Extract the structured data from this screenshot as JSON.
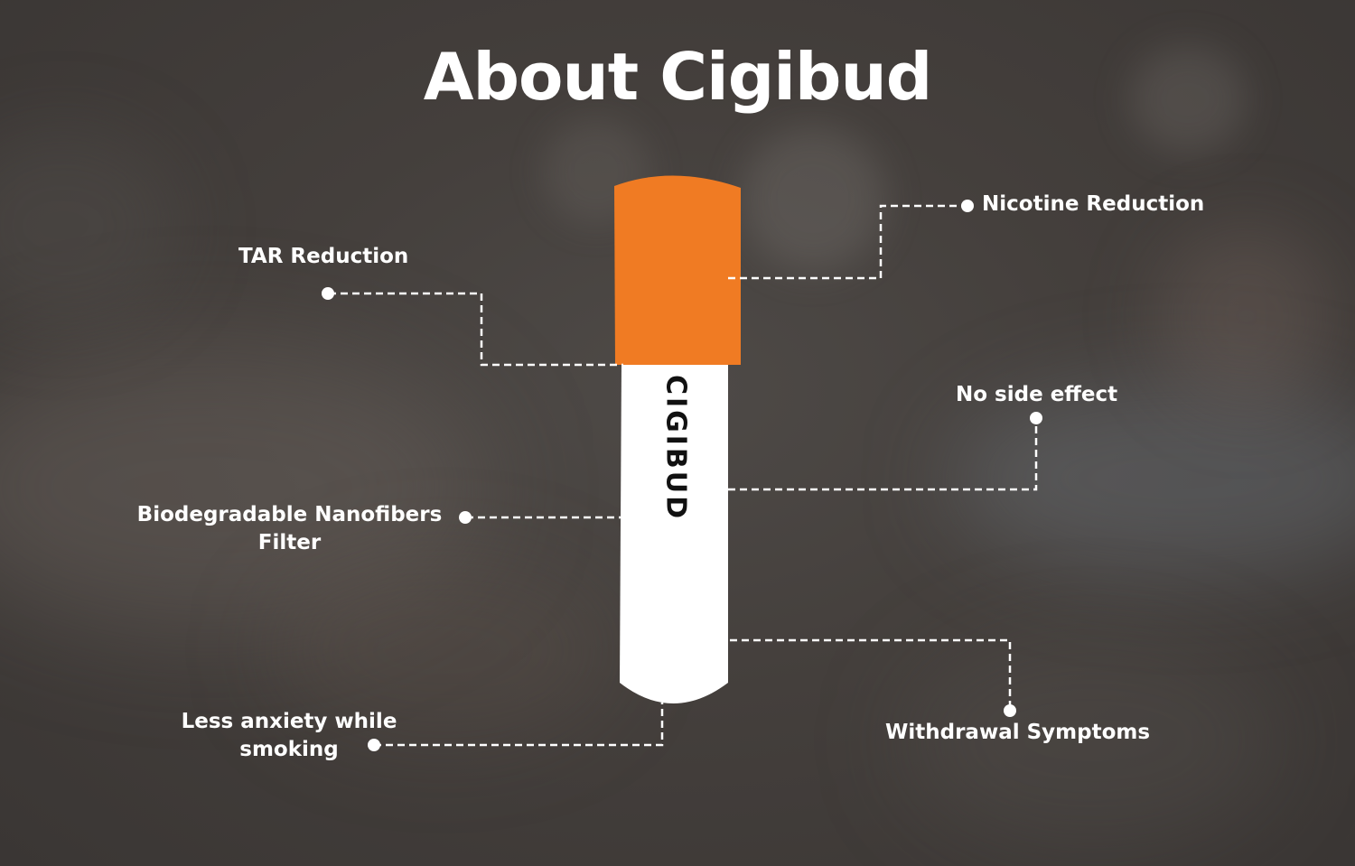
{
  "title": "About Cigibud",
  "brand_mark": "CIGIBUD",
  "colors": {
    "background": "#443f3c",
    "tip": "#f07b23",
    "filter_body": "#ffffff",
    "text": "#ffffff",
    "brand_text": "#111111"
  },
  "features": {
    "tar_reduction": "TAR Reduction",
    "nicotine_reduction": "Nicotine Reduction",
    "no_side_effect": "No side effect",
    "biodegradable_line1": "Biodegradable Nanofibers",
    "biodegradable_line2": "Filter",
    "less_anxiety_line1": "Less anxiety while",
    "less_anxiety_line2": "smoking",
    "withdrawal_symptoms": "Withdrawal Symptoms"
  }
}
